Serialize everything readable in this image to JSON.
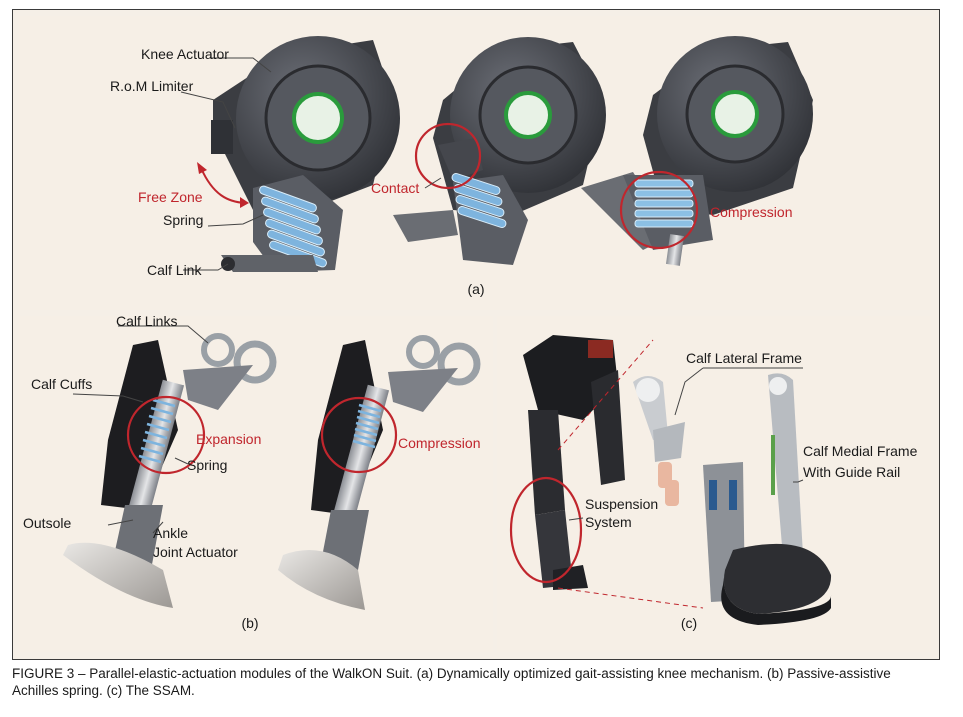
{
  "panel_a": {
    "labels": {
      "knee_actuator": "Knee Actuator",
      "rom_limiter": "R.o.M Limiter",
      "free_zone": "Free Zone",
      "spring": "Spring",
      "calf_link": "Calf Link",
      "contact": "Contact",
      "compression": "Compression"
    },
    "sublabel": "(a)"
  },
  "panel_b": {
    "labels": {
      "calf_links": "Calf Links",
      "calf_cuffs": "Calf Cuffs",
      "expansion": "Expansion",
      "spring": "Spring",
      "outsole": "Outsole",
      "ankle": "Ankle",
      "joint_actuator": "Joint Actuator",
      "compression": "Compression"
    },
    "sublabel": "(b)"
  },
  "panel_c": {
    "labels": {
      "calf_lateral_frame": "Calf Lateral Frame",
      "calf_medial_frame": "Calf Medial Frame",
      "with_guide_rail": "With Guide Rail",
      "suspension": "Suspension",
      "system": "System"
    },
    "sublabel": "(c)"
  },
  "colors": {
    "accent_red": "#c0262d",
    "panel_bg": "#f5efe7",
    "metal_dark": "#4a4c52",
    "spring_blue": "#7eb4de"
  },
  "caption": {
    "line1": "FIGURE 3 – Parallel-elastic-actuation modules of the WalkON Suit. (a) Dynamically optimized gait-assisting knee mechanism. (b) Passive-assistive",
    "line2": "Achilles spring. (c) The SSAM."
  }
}
